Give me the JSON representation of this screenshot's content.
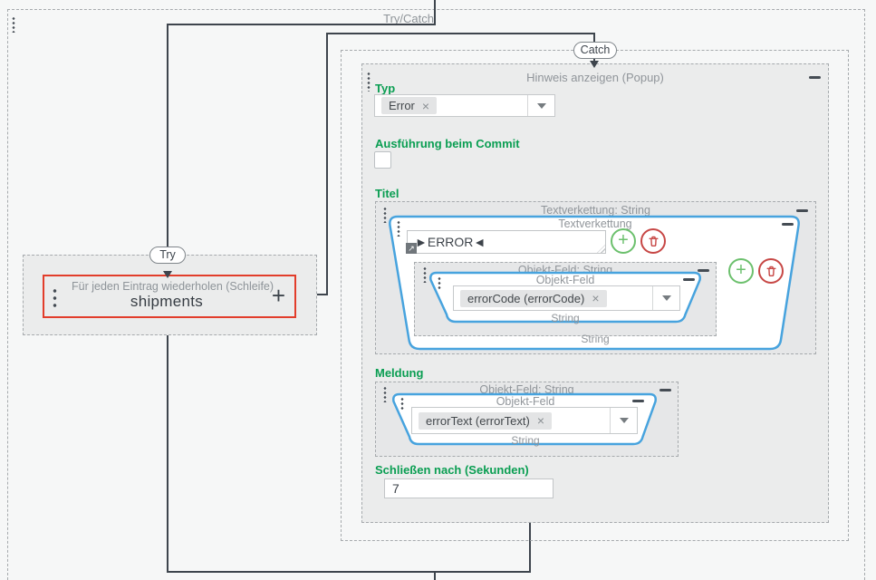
{
  "flow": {
    "container_label": "Try/Catch",
    "try_pill": "Try",
    "catch_pill": "Catch"
  },
  "loop": {
    "subtitle": "Für jeden Eintrag wiederholen (Schleife)",
    "title": "shipments",
    "add_button": "+"
  },
  "popup": {
    "header": "Hinweis anzeigen (Popup)",
    "typ_label": "Typ",
    "typ_chip": "Error",
    "commit_label": "Ausführung beim Commit",
    "titel_label": "Titel",
    "meldung_label": "Meldung",
    "close_label": "Schließen nach (Sekunden)",
    "close_value": "7"
  },
  "titel_expr": {
    "panel_header": "Textverkettung: String",
    "trap_header": "Textverkettung",
    "text_value": "►ERROR◄",
    "result_type": "String",
    "child": {
      "panel_header": "Objekt-Feld: String",
      "trap_header": "Objekt-Feld",
      "chip": "errorCode (errorCode)",
      "result_type": "String"
    }
  },
  "meldung_expr": {
    "panel_header": "Objekt-Feld: String",
    "trap_header": "Objekt-Feld",
    "chip": "errorText (errorText)",
    "result_type": "String"
  },
  "glyphs": {
    "remove": "×",
    "expand": "↗",
    "plus": "+"
  },
  "icons": {
    "add": "plus-circle-icon",
    "delete": "trash-circle-icon",
    "collapse": "minus-icon",
    "drag": "drag-handle-icon",
    "dropdown": "chevron-down-icon"
  },
  "colors": {
    "accent_green": "#0a9e52",
    "selection_red": "#e23d2b",
    "expression_blue": "#47a3de",
    "add_green": "#6cc06d",
    "delete_red": "#c74745",
    "line_dark": "#3e454d"
  }
}
